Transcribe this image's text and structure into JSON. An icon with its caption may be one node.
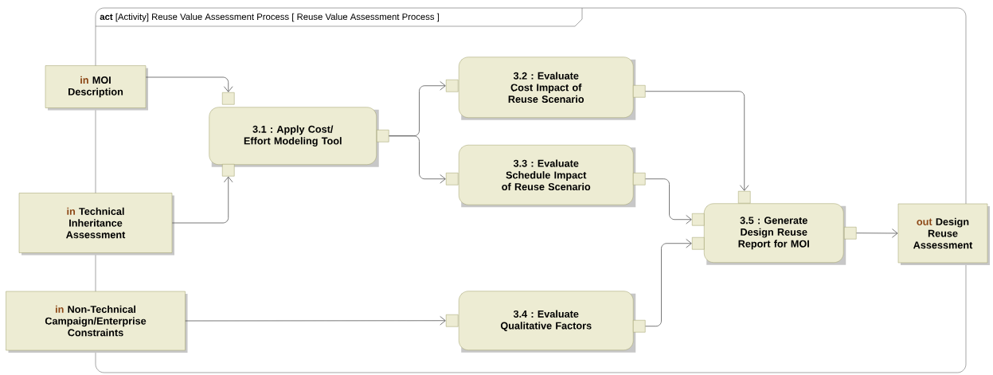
{
  "diagram": {
    "nodes": [
      {
        "text": [
          "**act** [Activity] Reuse Value Assessment Process [ Reuse Value Assessment Process ]"
        ]
      },
      {
        "text": [
          "in",
          "MOI Description"
        ]
      },
      {
        "text": [
          "in",
          "Technical Inheritance Assessment"
        ]
      },
      {
        "text": [
          "in",
          "Non-Technical Campaign/Enterprise Constraints"
        ]
      },
      {
        "text": [
          "3.1 : Apply Cost/ Effort Modeling Tool"
        ],
        "in": 0
      },
      {
        "text": [
          "3.2 : Evaluate Cost Impact of Reuse Scenario"
        ],
        "in": 0
      },
      {
        "text": [
          "3.3 : Evaluate Schedule Impact of Reuse Scenario"
        ],
        "in": 0
      },
      {
        "text": [
          "3.4 : Evaluate Qualitative Factors"
        ],
        "in": 0
      },
      {
        "text": [
          "3.5 : Generate Design Reuse Report for MOI"
        ],
        "in": 0
      },
      {
        "text": [
          "out",
          "Design Reuse Assessment"
        ]
      },
      {
        "text": [],
        "shape": "box",
        "in": 0
      },
      {
        "text": [],
        "shape": "box",
        "in": 0
      },
      {
        "text": [],
        "shape": "box",
        "in": 0
      },
      {
        "text": [],
        "shape": "box",
        "in": 0
      },
      {
        "text": [],
        "shape": "box",
        "in": 0
      },
      {
        "text": [],
        "shape": "box",
        "in": 0
      },
      {
        "text": [],
        "shape": "box",
        "in": 0
      },
      {
        "text": [],
        "shape": "box",
        "in": 0
      },
      {
        "text": [],
        "shape": "box",
        "in": 0
      },
      {
        "text": [],
        "shape": "box",
        "in": 0
      },
      {
        "text": [],
        "shape": "box",
        "in": 0
      },
      {
        "text": [],
        "shape": "box",
        "in": 0
      },
      {
        "text": [],
        "shape": "box",
        "in": 0
      }
    ],
    "edges": [
      {
        "from": 1,
        "to": 10,
        "arrow": "to"
      },
      {
        "from": 2,
        "to": 11,
        "arrow": "to"
      },
      {
        "from": 12,
        "to": 13,
        "arrow": "to"
      },
      {
        "from": 12,
        "to": 15,
        "arrow": "to"
      },
      {
        "from": 3,
        "to": 17,
        "arrow": "to"
      },
      {
        "from": 14,
        "to": 19,
        "arrow": "to"
      },
      {
        "from": 16,
        "to": 20,
        "arrow": "to"
      },
      {
        "from": 18,
        "to": 21,
        "arrow": "to"
      },
      {
        "from": 22,
        "to": 9,
        "arrow": "to"
      }
    ]
  }
}
